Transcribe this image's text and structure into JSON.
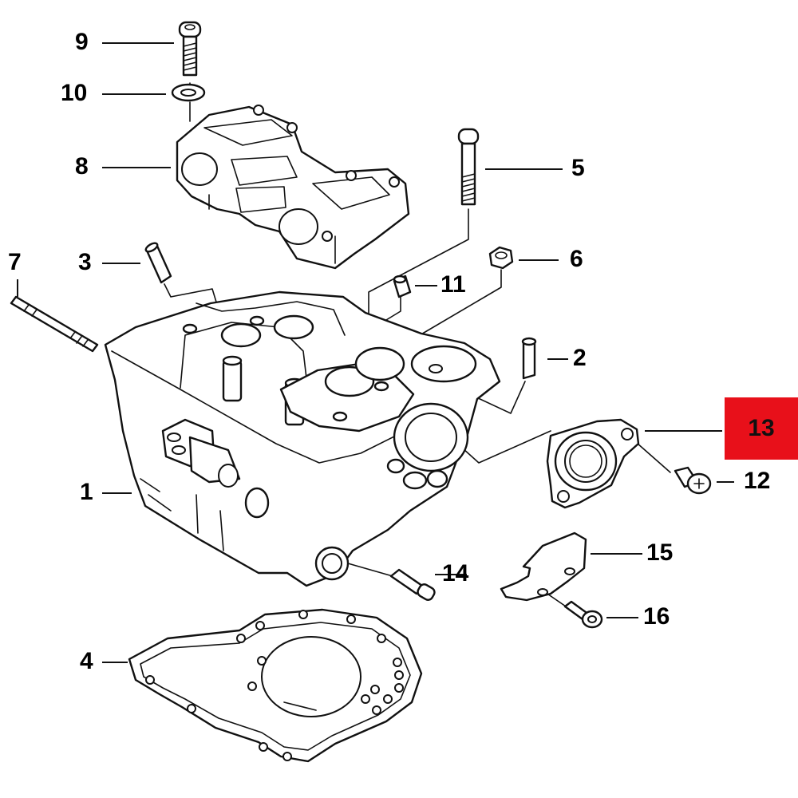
{
  "diagram": {
    "part_labels": {
      "p1": "1",
      "p2": "2",
      "p3": "3",
      "p4": "4",
      "p5": "5",
      "p6": "6",
      "p7": "7",
      "p8": "8",
      "p9": "9",
      "p10": "10",
      "p11": "11",
      "p12": "12",
      "p13": "13",
      "p14": "14",
      "p15": "15",
      "p16": "16"
    },
    "highlighted_part": "13",
    "highlight_color": "#e8101a",
    "line_color": "#111111",
    "background_color": "#ffffff"
  }
}
